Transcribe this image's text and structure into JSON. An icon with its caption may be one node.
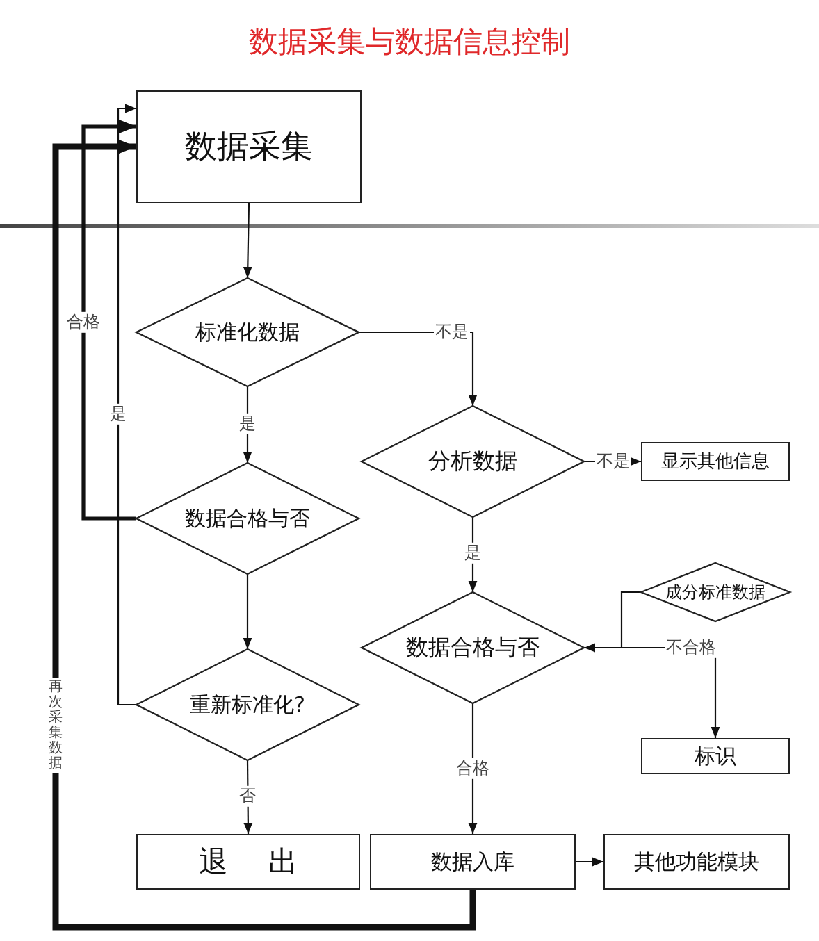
{
  "diagram": {
    "title": "数据采集与数据信息控制",
    "nodes": [
      {
        "text": [
          "数据采集"
        ]
      },
      {
        "text": [
          "标准化数据"
        ]
      },
      {
        "text": [
          "分析数据"
        ]
      },
      {
        "text": [
          "显示其他信息"
        ]
      },
      {
        "text": [
          "数据合格与否"
        ]
      },
      {
        "text": [
          "成分标准数据"
        ]
      },
      {
        "text": [
          "数据合格与否"
        ]
      },
      {
        "text": [
          "重新标准化?"
        ]
      },
      {
        "text": [
          "标识"
        ]
      },
      {
        "text": [
          "退出"
        ]
      },
      {
        "text": [
          "数据入库"
        ]
      },
      {
        "text": [
          "其他功能模块"
        ]
      }
    ],
    "edges": [
      {
        "from": 0,
        "to": 1,
        "arrow": "to"
      },
      {
        "from": 1,
        "to": 2,
        "arrow": "to",
        "label": "不是"
      },
      {
        "from": 1,
        "to": 4,
        "arrow": "to",
        "label": "是"
      },
      {
        "from": 2,
        "to": 3,
        "arrow": "to",
        "label": "不是"
      },
      {
        "from": 2,
        "to": 6,
        "arrow": "to",
        "label": "是"
      },
      {
        "from": 4,
        "to": 0,
        "arrow": "to",
        "label": "合格",
        "style": "thick"
      },
      {
        "from": 4,
        "to": 7,
        "arrow": "to"
      },
      {
        "from": 7,
        "to": 0,
        "arrow": "to",
        "label": "是"
      },
      {
        "from": 5,
        "to": 6,
        "arrow": "to"
      },
      {
        "from": 6,
        "to": 8,
        "arrow": "to",
        "label": "不合格"
      },
      {
        "from": 7,
        "to": 9,
        "arrow": "to",
        "label": "否"
      },
      {
        "from": 6,
        "to": 10,
        "arrow": "to",
        "label": "合格"
      },
      {
        "from": 10,
        "to": 11,
        "arrow": "to"
      },
      {
        "from": 10,
        "to": 0,
        "arrow": "to",
        "label": "再次采集数据",
        "style": "thick"
      }
    ]
  }
}
